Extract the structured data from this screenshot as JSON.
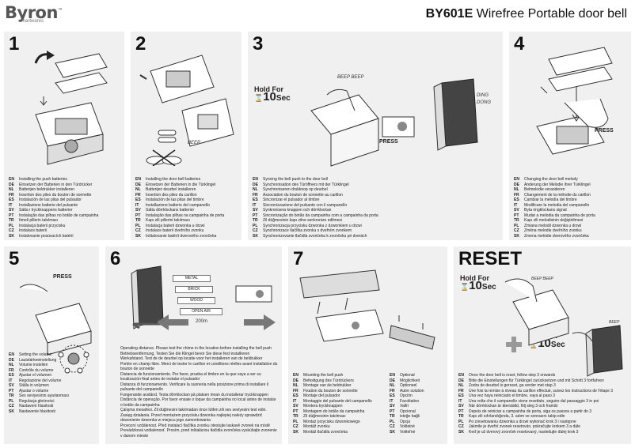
{
  "brand": {
    "name": "Byron",
    "tm": "™",
    "sub": "smartwares"
  },
  "product": {
    "model": "BY601E",
    "name": "Wirefree Portable door bell"
  },
  "steps": [
    {
      "number": "1",
      "langs": [
        {
          "code": "EN",
          "text": "Installing the push batteries"
        },
        {
          "code": "DE",
          "text": "Einsetzen der Batterien in den Türdrücker"
        },
        {
          "code": "NL",
          "text": "Batterijen beldrukker installeren"
        },
        {
          "code": "FR",
          "text": "Insertion des piles du bouton de sonnette"
        },
        {
          "code": "ES",
          "text": "Instalación de las pilas del pulsador"
        },
        {
          "code": "IT",
          "text": "Installazione batterie del pulsante"
        },
        {
          "code": "SV",
          "text": "Sätta i tryckknappens batterier"
        },
        {
          "code": "PT",
          "text": "Instalação das pilhas no botão de campainha"
        },
        {
          "code": "TR",
          "text": "Itmeli pillerin takılması"
        },
        {
          "code": "PL",
          "text": "Instalacja baterii przycisku"
        },
        {
          "code": "CZ",
          "text": "Instalace baterií"
        },
        {
          "code": "SK",
          "text": "Instalovanie posúvacích batérií"
        }
      ]
    },
    {
      "number": "2",
      "beep": "BEEP",
      "langs": [
        {
          "code": "EN",
          "text": "Installing the door bell batteries"
        },
        {
          "code": "DE",
          "text": "Einsetzen der Batterien in die Türklingel"
        },
        {
          "code": "NL",
          "text": "Batterijen deurbel installeren"
        },
        {
          "code": "FR",
          "text": "Insertion des piles du carillon"
        },
        {
          "code": "ES",
          "text": "Instalación de las pilas del timbre"
        },
        {
          "code": "IT",
          "text": "Installazione batterie del campanello"
        },
        {
          "code": "SV",
          "text": "Sätta dörrklockans batterier"
        },
        {
          "code": "PT",
          "text": "Instalação das pilhas na campainha de porta"
        },
        {
          "code": "TR",
          "text": "Kapı zili pillerini takılması"
        },
        {
          "code": "PL",
          "text": "Instalacja baterii dzwonka u drzwi"
        },
        {
          "code": "CZ",
          "text": "Instalace baterií dveřního zvonku"
        },
        {
          "code": "SK",
          "text": "Inštalovanie batérií dverového zvončeka"
        }
      ]
    },
    {
      "number": "3",
      "hold": "Hold For",
      "hold_num": "10",
      "hold_unit": "Sec",
      "beep": "BEEP BEEP",
      "press": "PRESS",
      "ding": "DING",
      "dong": "DONG",
      "langs": [
        {
          "code": "EN",
          "text": "Syncing the bell push to the door bell"
        },
        {
          "code": "DE",
          "text": "Synchronisation des Türöffners mit der Türklingel"
        },
        {
          "code": "NL",
          "text": "Synchroniseren drukknop op deurbel"
        },
        {
          "code": "FR",
          "text": "Association du bouton de sonnette au carillon"
        },
        {
          "code": "ES",
          "text": "Sincronizar el pulsador al timbre"
        },
        {
          "code": "IT",
          "text": "Sincronizzazione del pulsante con il campanello"
        },
        {
          "code": "SV",
          "text": "Synkronisera knappen och dörrklockan"
        },
        {
          "code": "PT",
          "text": "Sincronização do botão da campainha com a campainha da porta"
        },
        {
          "code": "TR",
          "text": "Zil düğmesinin kapı zilne senkronize edilmesi"
        },
        {
          "code": "PL",
          "text": "Synchronizacja przycisku dzwonka z dzwonkiem u drzwi"
        },
        {
          "code": "CZ",
          "text": "Synchronizace tlačítka zvonku s dveřním zvonkem"
        },
        {
          "code": "SK",
          "text": "Synchronizovanie tlačidla zvončeka k zvončeku pri dverách"
        }
      ]
    },
    {
      "number": "4",
      "press": "PRESS",
      "langs": [
        {
          "code": "EN",
          "text": "Changing the door bell melody"
        },
        {
          "code": "DE",
          "text": "Änderung der Melodie ihrer Türklingel"
        },
        {
          "code": "NL",
          "text": "Belmelodie veranderen"
        },
        {
          "code": "FR",
          "text": "Changement de la mélodie du carillon"
        },
        {
          "code": "ES",
          "text": "Cambiar la melodía del timbre"
        },
        {
          "code": "IT",
          "text": "Modificare la melodia del campanello"
        },
        {
          "code": "SV",
          "text": "Byta ringklockans signal"
        },
        {
          "code": "PT",
          "text": "Mudar a melodia da campainha de porta"
        },
        {
          "code": "TR",
          "text": "Kapı zili melodisinin değiştirilmesi"
        },
        {
          "code": "PL",
          "text": "Zmiana melodii dzwonka u drzwi"
        },
        {
          "code": "CZ",
          "text": "Změna melodie dveřního zvonku"
        },
        {
          "code": "SK",
          "text": "Zmena melódie dverového zvončeka"
        }
      ]
    },
    {
      "number": "5",
      "press": "PRESS",
      "langs": [
        {
          "code": "EN",
          "text": "Setting the volume"
        },
        {
          "code": "DE",
          "text": "Lautstärkeeinstellung"
        },
        {
          "code": "NL",
          "text": "Volume instellen"
        },
        {
          "code": "FR",
          "text": "Contrôle du volume"
        },
        {
          "code": "ES",
          "text": "Ajustar el volumen"
        },
        {
          "code": "IT",
          "text": "Regolazione del volume"
        },
        {
          "code": "SV",
          "text": "Ställa in volymen"
        },
        {
          "code": "PT",
          "text": "Ajustar o volume"
        },
        {
          "code": "TR",
          "text": "Ses seviyesinin ayarlanması"
        },
        {
          "code": "PL",
          "text": "Regulacja głośności"
        },
        {
          "code": "CZ",
          "text": "Nastavení hlasitosti"
        },
        {
          "code": "SK",
          "text": "Nastavenie hlasitosti"
        }
      ]
    },
    {
      "number": "6",
      "materials": [
        "METAL",
        "BRICK",
        "WOOD",
        "OPEN AIR"
      ],
      "distance": "200m",
      "langs": [
        {
          "code": "EN",
          "text": "Operating distance. Please test the chime in the location before installing the bell push"
        },
        {
          "code": "DE",
          "text": "Betriebsentfernung. Testen Sie die Klingel bevor Sie diese fest installieren"
        },
        {
          "code": "NL",
          "text": "Werkafstand. Test de de deurbel op locatie voor het installeren van de beldrukker"
        },
        {
          "code": "FR",
          "text": "Portée en champ libre. Merci de tester le carillon et conditions réelles avant installation du bouton de sonnette"
        },
        {
          "code": "ES",
          "text": "Distancia de funcionamiento. Por favor, prueba el timbre en la que vaya a ser su localización final antes de instalar el pulsador"
        },
        {
          "code": "IT",
          "text": "Distanza di funzionamento. Verificare la suoneria nella posizione prima di installare il pulsante del campanello"
        },
        {
          "code": "SV",
          "text": "Fungerande avstånd. Testa dörrklockan på platsen innan du installerar tryckknappen"
        },
        {
          "code": "PT",
          "text": "Distância de operação. Por favor ensaie o toque da campainha no local antes de instalar o botão da campainha"
        },
        {
          "code": "TR",
          "text": "Çalışma mesafesi. Zil düğmesini takılmadan önce lütfen zili ses seviyesini test edin."
        },
        {
          "code": "PL",
          "text": "Zasięg działania. Przed montażem przycisku dzwonka najlepiej należy sprawdzić dzwonienie dzwonka w miejscu jego zamontowania"
        },
        {
          "code": "CZ",
          "text": "Provozní vzdálenost. Před instalací tlačítka zvonku otestujte laskavě zvonek na místě"
        },
        {
          "code": "SK",
          "text": "Prevádzková vzdialenosť. Prosím, pred inštaláciou tlačidla zvončeka vyskúšajte zvonenie v danom mieste"
        }
      ]
    },
    {
      "number": "7",
      "langs": [
        {
          "code": "EN",
          "text": "Mounting the bell push"
        },
        {
          "code": "DE",
          "text": "Befestigung des Türdrückers"
        },
        {
          "code": "NL",
          "text": "Montage van de beldrukker"
        },
        {
          "code": "FR",
          "text": "Fixation du bouton de sonnette"
        },
        {
          "code": "ES",
          "text": "Montaje del pulsador"
        },
        {
          "code": "IT",
          "text": "Montaggio del pulsante del campanello"
        },
        {
          "code": "SV",
          "text": "Montera tryckknappen"
        },
        {
          "code": "PT",
          "text": "Montagem do botão da campainha"
        },
        {
          "code": "TR",
          "text": "Zil düğmesinin takılması"
        },
        {
          "code": "PL",
          "text": "Montaż przycisku dzwonkowego"
        },
        {
          "code": "CZ",
          "text": "Montáž zvonku"
        },
        {
          "code": "SK",
          "text": "Montáž tlačidla zvončeka"
        }
      ],
      "options": [
        {
          "code": "EN",
          "text": "Optional"
        },
        {
          "code": "DE",
          "text": "Möglichkeit"
        },
        {
          "code": "NL",
          "text": "Optioneel"
        },
        {
          "code": "FR",
          "text": "Autre solution"
        },
        {
          "code": "ES",
          "text": "Opción"
        },
        {
          "code": "IT",
          "text": "Facoltativo"
        },
        {
          "code": "SV",
          "text": "Valfri"
        },
        {
          "code": "PT",
          "text": "Opcional"
        },
        {
          "code": "TR",
          "text": "isteğe bağlı"
        },
        {
          "code": "PL",
          "text": "Opcja"
        },
        {
          "code": "CZ",
          "text": "Volitelné"
        },
        {
          "code": "SK",
          "text": "Voliteľné"
        }
      ]
    },
    {
      "number": "RESET",
      "hold": "Hold For",
      "hold_num": "10",
      "hold_unit": "Sec",
      "beep": "BEEP BEEP",
      "beep2": "BEEP",
      "langs": [
        {
          "code": "EN",
          "text": "Once the door bell is reset, follow step 3 onwards"
        },
        {
          "code": "DE",
          "text": "Bitte die Einstellungen für Türklingel zurücksetzen und mit Schritt 3 fortfahren"
        },
        {
          "code": "NL",
          "text": "Zodra de deurbel is gereset, ga verder met stap 3"
        },
        {
          "code": "FR",
          "text": "Une fois la remise à niveau du carillon effectué, suivez les instructions de l'étape 3"
        },
        {
          "code": "ES",
          "text": "Una vez haya reiniciado el timbre, vaya al paso 3"
        },
        {
          "code": "IT",
          "text": "Una volta che il campanello viene resettato, seguire dal passaggio 3 in poi"
        },
        {
          "code": "SV",
          "text": "När dörrklockan är återställd, följ steg 3 och framåt"
        },
        {
          "code": "PT",
          "text": "Depois de reiniciar a campainha de porta, siga os passos a partir do 3"
        },
        {
          "code": "TR",
          "text": "Kapı zili sıfırlandığında, 3. adım ve sonrasını takip edin"
        },
        {
          "code": "PL",
          "text": "Po zresetowaniu dzwonka u drzwi wykonać krok 3 i następne"
        },
        {
          "code": "CZ",
          "text": "Jakmile je dveřní zvonek resetován, pokračujte krokem 3 a dále"
        },
        {
          "code": "SK",
          "text": "Keď je už dverový zvonček resetovaný, nasledujte ďalej krok 3"
        }
      ]
    }
  ]
}
